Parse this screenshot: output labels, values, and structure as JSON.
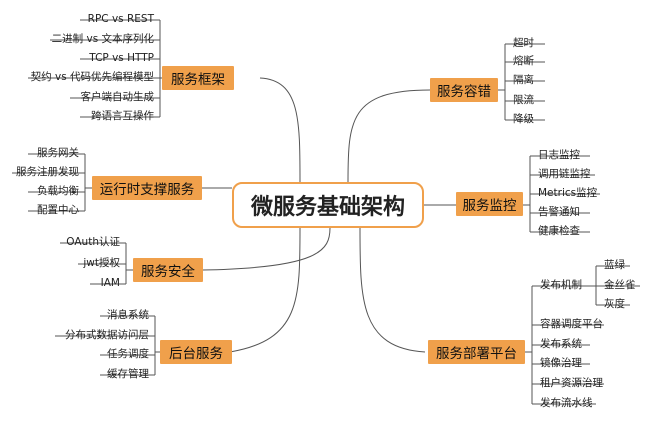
{
  "central": "微服务基础架构",
  "branches": {
    "framework": {
      "label": "服务框架",
      "items": [
        "RPC vs REST",
        "二进制 vs 文本序列化",
        "TCP vs HTTP",
        "契约 vs 代码优先编程模型",
        "客户端自动生成",
        "跨语言互操作"
      ]
    },
    "runtime": {
      "label": "运行时支撑服务",
      "items": [
        "服务网关",
        "服务注册发现",
        "负载均衡",
        "配置中心"
      ]
    },
    "security": {
      "label": "服务安全",
      "items": [
        "OAuth认证",
        "jwt授权",
        "IAM"
      ]
    },
    "backend": {
      "label": "后台服务",
      "items": [
        "消息系统",
        "分布式数据访问层",
        "任务调度",
        "缓存管理"
      ]
    },
    "fault": {
      "label": "服务容错",
      "items": [
        "超时",
        "熔断",
        "隔离",
        "限流",
        "降级"
      ]
    },
    "monitor": {
      "label": "服务监控",
      "items": [
        "日志监控",
        "调用链监控",
        "Metrics监控",
        "告警通知",
        "健康检查"
      ]
    },
    "deploy": {
      "label": "服务部署平台",
      "items": [
        "发布机制",
        "容器调度平台",
        "发布系统",
        "镜像治理",
        "租户资源治理",
        "发布流水线"
      ],
      "release_sub": [
        "蓝绿",
        "金丝雀",
        "灰度"
      ]
    }
  }
}
